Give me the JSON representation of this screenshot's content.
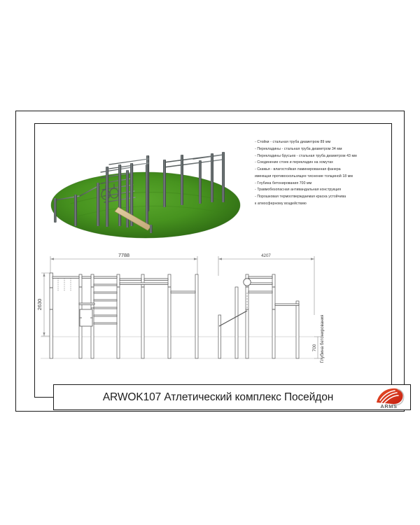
{
  "document": {
    "title_code": "ARWOK107",
    "title_name": "Атлетический комплекс Посейдон",
    "full_title": "ARWOK107 Атлетический комплекс Посейдон",
    "brand": "ARMS",
    "brand_color": "#d6371f",
    "sheet_border_color": "#1a1a1a",
    "background_color": "#ffffff"
  },
  "specifications": {
    "lines": [
      "- Стойки - стальная труба диаметром 89 мм",
      "- Перекладины - стальная труба диаметром 34 мм",
      "- Перекладины брусьев - стальная труба диаметром 43 мм",
      "- Соединение стоек и перекладин на хомутах",
      "- Скамья - влагостойкая ламинированная фанера",
      "имеющая противоскользящее тиснение толщиной 18 мм",
      "- Глубина бетонирования 700 мм",
      "- Травмобезопасная антивандальная конструкция",
      "- Порошковая термоотверждаемая краска устойчива",
      "к атмосферному воздействию"
    ]
  },
  "drawing": {
    "dimensions": {
      "overall_width_left": "7788",
      "overall_width_right": "4207",
      "height": "2630",
      "foundation_depth": "700",
      "foundation_label": "Глубина бетонирования"
    },
    "units": "мм",
    "line_color": "#4a4a4a",
    "dim_line_color": "#8a8a8a",
    "post_fill": "#9a9a9a"
  },
  "render": {
    "alt": "3D визуализация атлетического комплекса на газоне",
    "grass_color": "#4a9425",
    "grass_dark": "#2f6b15",
    "post_color": "#5b5f60",
    "bench_color": "#d7c08d"
  }
}
